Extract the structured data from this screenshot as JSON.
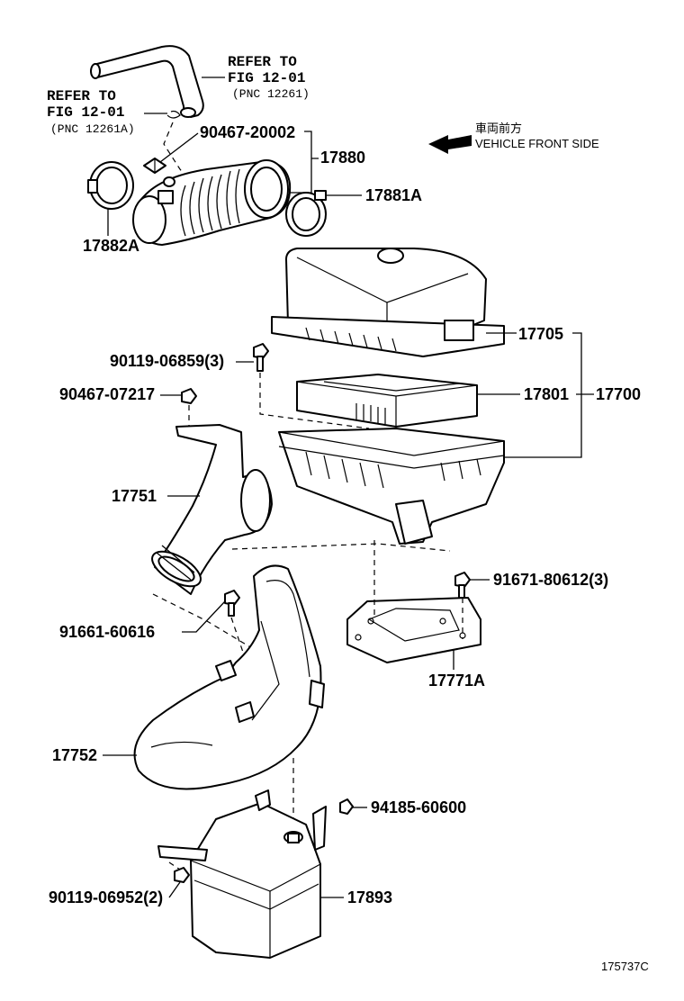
{
  "diagram_code": "175737C",
  "direction": {
    "japanese": "車両前方",
    "english": "VEHICLE FRONT SIDE"
  },
  "references": [
    {
      "line1": "REFER TO",
      "line2": "FIG 12-01",
      "line3": "(PNC 12261)"
    },
    {
      "line1": "REFER TO",
      "line2": "FIG 12-01",
      "line3": "(PNC 12261A)"
    }
  ],
  "parts": {
    "p90467_20002": "90467-20002",
    "p17880": "17880",
    "p17881A": "17881A",
    "p17882A": "17882A",
    "p17705": "17705",
    "p90119_06859": "90119-06859(3)",
    "p90467_07217": "90467-07217",
    "p17801": "17801",
    "p17700": "17700",
    "p17751": "17751",
    "p91671_80612": "91671-80612(3)",
    "p91661_60616": "91661-60616",
    "p17771A": "17771A",
    "p17752": "17752",
    "p94185_60600": "94185-60600",
    "p90119_06952": "90119-06952(2)",
    "p17893": "17893"
  }
}
